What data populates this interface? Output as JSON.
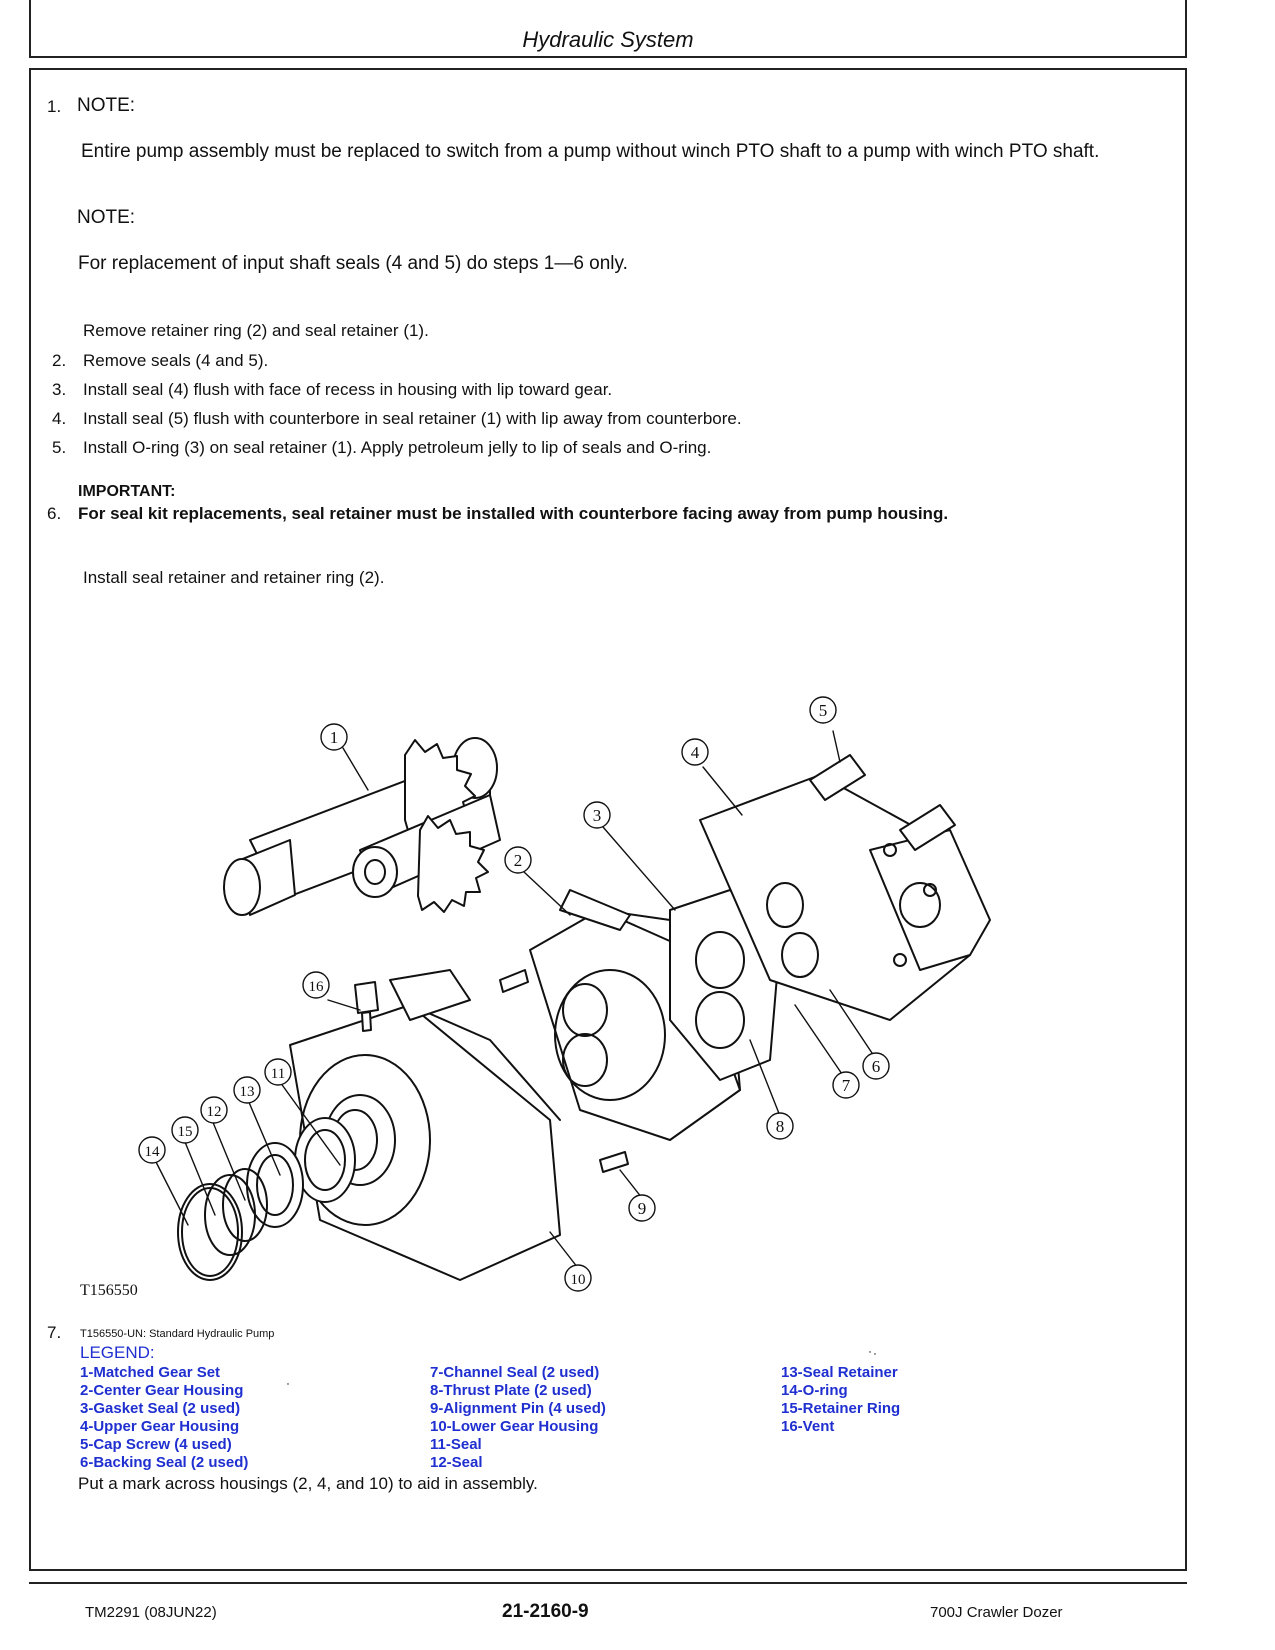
{
  "header": {
    "title": "Hydraulic System"
  },
  "content": {
    "step1": {
      "number": "1.",
      "note1_label": "NOTE:",
      "note1_text": "Entire pump assembly must be replaced to switch from a pump without winch PTO shaft to a pump with winch PTO shaft.",
      "note2_label": "NOTE:",
      "note2_text": "For replacement of input shaft seals (4 and 5) do steps 1—6 only.",
      "instruction": "Remove retainer ring (2) and seal retainer (1)."
    },
    "steps": [
      {
        "number": "2.",
        "text": "Remove seals (4 and 5)."
      },
      {
        "number": "3.",
        "text": "Install seal (4) flush with face of recess in housing with lip toward gear."
      },
      {
        "number": "4.",
        "text": "Install seal (5) flush with counterbore in seal retainer (1) with lip away from counterbore."
      },
      {
        "number": "5.",
        "text": "Install O-ring (3) on seal retainer (1). Apply petroleum jelly to lip of seals and O-ring."
      }
    ],
    "step6": {
      "important_label": "IMPORTANT:",
      "number": "6.",
      "important_text": "For seal kit replacements, seal retainer must be installed with counterbore facing away from pump housing.",
      "instruction": "Install seal retainer and retainer ring (2)."
    },
    "figure": {
      "id": "T156550",
      "callouts": [
        "1",
        "2",
        "3",
        "4",
        "5",
        "6",
        "7",
        "8",
        "9",
        "10",
        "11",
        "12",
        "13",
        "14",
        "15",
        "16"
      ]
    },
    "step7": {
      "number": "7.",
      "caption": "T156550-UN: Standard Hydraulic Pump",
      "legend_title": "LEGEND:",
      "legend": [
        "1-Matched Gear Set",
        "2-Center Gear Housing",
        "3-Gasket Seal (2 used)",
        "4-Upper Gear Housing",
        "5-Cap Screw (4 used)",
        "6-Backing Seal (2 used)",
        "7-Channel Seal (2 used)",
        "8-Thrust Plate (2 used)",
        "9-Alignment Pin (4 used)",
        "10-Lower Gear Housing",
        "11-Seal",
        "12-Seal",
        "13-Seal Retainer",
        "14-O-ring",
        "15-Retainer Ring",
        "16-Vent"
      ],
      "instruction": "Put a mark across housings (2, 4, and 10) to aid in assembly."
    }
  },
  "footer": {
    "left": "TM2291 (08JUN22)",
    "center": "21-2160-9",
    "right": "700J Crawler Dozer"
  }
}
